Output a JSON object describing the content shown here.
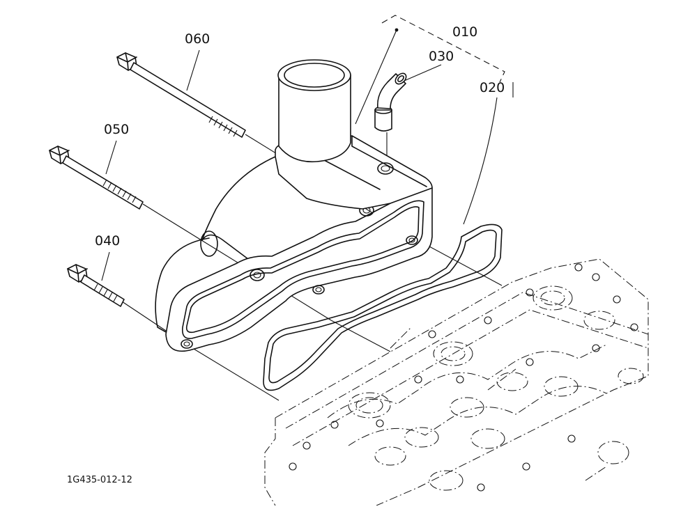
{
  "diagram": {
    "callouts": [
      {
        "id": "010",
        "text": "010"
      },
      {
        "id": "020",
        "text": "020"
      },
      {
        "id": "030",
        "text": "030"
      },
      {
        "id": "040",
        "text": "040"
      },
      {
        "id": "050",
        "text": "050"
      },
      {
        "id": "060",
        "text": "060"
      }
    ],
    "figure_id": "1G435-012-12"
  }
}
